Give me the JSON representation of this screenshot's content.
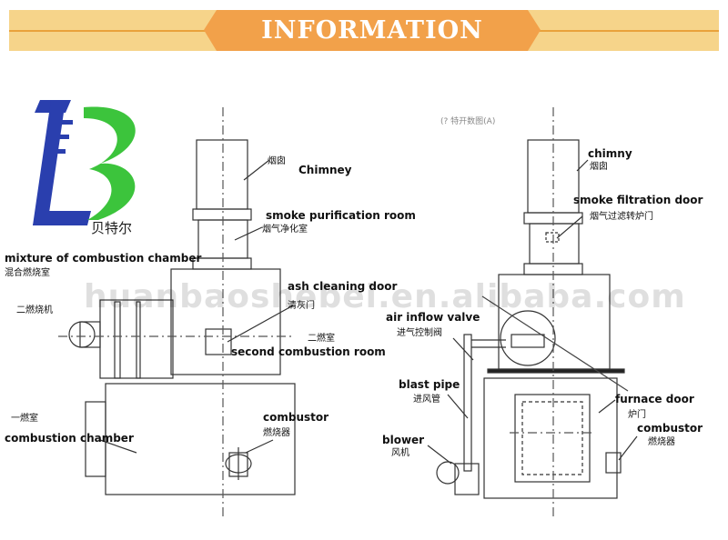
{
  "banner": {
    "title": "INFORMATION"
  },
  "logo": {
    "text": "贝特尔"
  },
  "watermark": {
    "text": "huanbaoshebei.en.alibaba.com"
  },
  "note": {
    "text": "(? 特开数图(A)"
  },
  "left_labels": {
    "mixture_en": "mixture of combustion chamber",
    "mixture_cn": "混合燃烧室",
    "burner2_cn": "二燃烧机",
    "chimney_cn": "烟囱",
    "chimney_en": "Chimney",
    "smoke_room_en": "smoke purification room",
    "smoke_room_cn": "烟气净化室",
    "ash_door_en": "ash cleaning door",
    "ash_door_cn": "清灰门",
    "second_room_cn": "二燃室",
    "second_room_en": "second combustion room",
    "first_room_cn": "一燃室",
    "combustion_en": "combustion chamber",
    "combustor_en": "combustor",
    "combustor_cn": "燃烧器"
  },
  "right_labels": {
    "chimny_en": "chimny",
    "chimny_cn": "烟囱",
    "filter_door_en": "smoke filtration door",
    "filter_door_cn": "烟气过滤转炉门",
    "air_valve_en": "air inflow valve",
    "air_valve_cn": "进气控制阀",
    "blast_pipe_en": "blast pipe",
    "blast_pipe_cn": "进风管",
    "blower_en": "blower",
    "blower_cn": "风机",
    "furnace_door_en": "furnace door",
    "furnace_door_cn": "炉门",
    "combustor_en": "combustor",
    "combustor_cn": "燃烧器"
  },
  "colors": {
    "banner_light": "#f6d48a",
    "banner_dark": "#f2a14a",
    "logo_blue": "#2a3fae",
    "logo_green": "#3cc43c"
  }
}
